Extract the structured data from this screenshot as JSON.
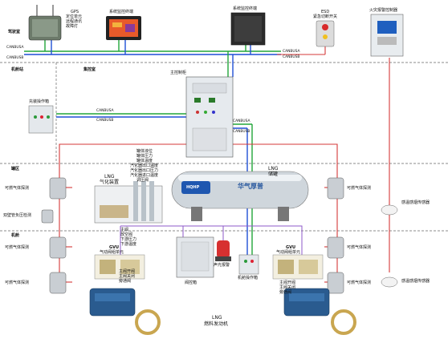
{
  "zones": {
    "bridge": "驾驶室",
    "engine_ctrl_room": "集控室",
    "engine_ctrl_left": "机舱站",
    "tank_area": "罐区",
    "engine_room": "机舱"
  },
  "bus": {
    "a_left": "CANBUSA",
    "b_left": "CANBUSB",
    "a_right": "CANBUSA",
    "b_right": "CANBUSB",
    "a_mid": "CANBUSA",
    "b_mid": "CANBUSB",
    "a_cab": "CANBUSA",
    "b_cab": "CANBUSB"
  },
  "devices": {
    "gps": [
      "GPS",
      "定位单元",
      "远程通讯",
      "故障灯"
    ],
    "bridge_display": "系统监控终端",
    "ecr_display": "系统监控终端",
    "esd": [
      "ESD",
      "紧急切断开关"
    ],
    "fire_panel": "火灾报警控制器",
    "main_cabinet": "主控制柜",
    "fill_box": "充装操作箱",
    "lng_vaporizer": [
      "LNG",
      "气化装置"
    ],
    "lng_tank": [
      "LNG",
      "储罐"
    ],
    "double_wall_gauge": "双壁管负压检测",
    "valve_box": "阀控箱",
    "gvu_left": [
      "GVU",
      "气动阀组单元"
    ],
    "gvu_right": [
      "GVU",
      "气动阀组单元"
    ],
    "alarm": "声光报警",
    "engine_box": "机舱操作箱",
    "lng_engine": [
      "LNG",
      "燃料发动机"
    ],
    "tank_brand": "HQHP",
    "tank_name": "华气厚普"
  },
  "gas_detectors": [
    "可燃气体探测",
    "可燃气体探测",
    "可燃气体探测",
    "可燃气体探测",
    "可燃气体探测",
    "可燃气体探测"
  ],
  "smoke_detectors": [
    "感温感烟传感器",
    "感温感烟传感器"
  ],
  "vaporizer_signals": [
    "罐体液位",
    "罐体压力",
    "罐体温度",
    "汽化器出口温度",
    "汽化器出口压力",
    "汽化器进口温度",
    "调压阀"
  ],
  "valve_signals": [
    "主阀",
    "放空阀",
    "下游压力",
    "下游温度"
  ],
  "gvu_signals_left": [
    "主阀开阀",
    "主阀关闭",
    "旁通阀"
  ],
  "gvu_signals_right": [
    "主阀开阀",
    "主阀关闭",
    "旁通阀"
  ],
  "colors": {
    "bus_green": "#22a63a",
    "bus_blue": "#1f4fd6",
    "signal_red": "#d43a3a",
    "signal_purple": "#8e59c9",
    "zone_dash": "#666666"
  }
}
